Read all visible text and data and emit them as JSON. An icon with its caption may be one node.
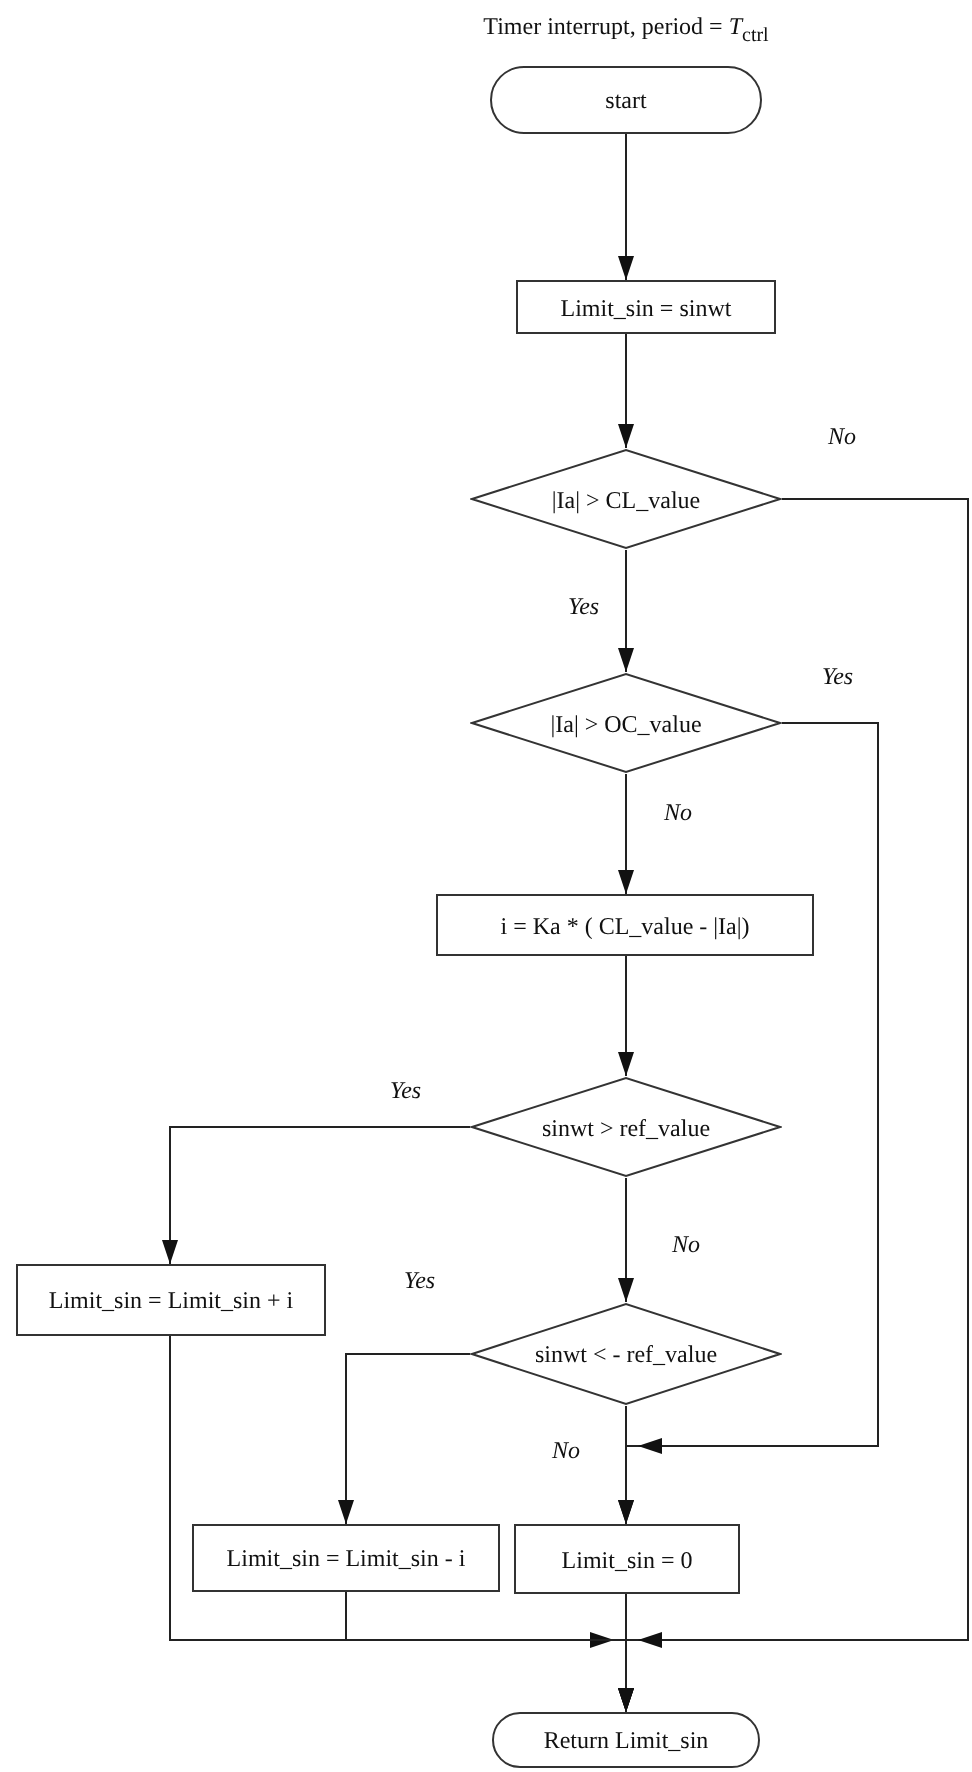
{
  "diagram": {
    "title": "Timer interrupt, period = *T*$_{ctrl}$",
    "nodes": [
      {
        "text": [
          "start"
        ]
      },
      {
        "text": [
          "Limit_sin = sinwt"
        ]
      },
      {
        "text": [
          "|Ia| > CL_value"
        ]
      },
      {
        "text": [
          "|Ia| > OC_value"
        ]
      },
      {
        "text": [
          "i = Ka * ( CL_value - |Ia|)"
        ]
      },
      {
        "text": [
          "sinwt > ref_value"
        ]
      },
      {
        "text": [
          "Limit_sin = Limit_sin + i"
        ]
      },
      {
        "text": [
          "sinwt < - ref_value"
        ]
      },
      {
        "text": [
          "Limit_sin = Limit_sin - i"
        ]
      },
      {
        "text": [
          "Limit_sin = 0"
        ]
      },
      {
        "text": [
          "Return Limit_sin"
        ]
      }
    ],
    "edges": [
      {
        "from": 0,
        "to": 1,
        "arrow": "to"
      },
      {
        "from": 1,
        "to": 2,
        "arrow": "to"
      },
      {
        "from": 2,
        "to": 3,
        "arrow": "to",
        "label": "Yes"
      },
      {
        "from": 2,
        "to": 10,
        "arrow": "to",
        "label": "No"
      },
      {
        "from": 3,
        "to": 4,
        "arrow": "to",
        "label": "No"
      },
      {
        "from": 3,
        "to": 9,
        "arrow": "to",
        "label": "Yes"
      },
      {
        "from": 4,
        "to": 5,
        "arrow": "to"
      },
      {
        "from": 5,
        "to": 6,
        "arrow": "to",
        "label": "Yes"
      },
      {
        "from": 5,
        "to": 7,
        "arrow": "to",
        "label": "No"
      },
      {
        "from": 6,
        "to": 10,
        "arrow": "to"
      },
      {
        "from": 7,
        "to": 8,
        "arrow": "to",
        "label": "Yes"
      },
      {
        "from": 7,
        "to": 9,
        "arrow": "to",
        "label": "No"
      },
      {
        "from": 8,
        "to": 10,
        "arrow": "to"
      },
      {
        "from": 9,
        "to": 10,
        "arrow": "to"
      }
    ]
  }
}
